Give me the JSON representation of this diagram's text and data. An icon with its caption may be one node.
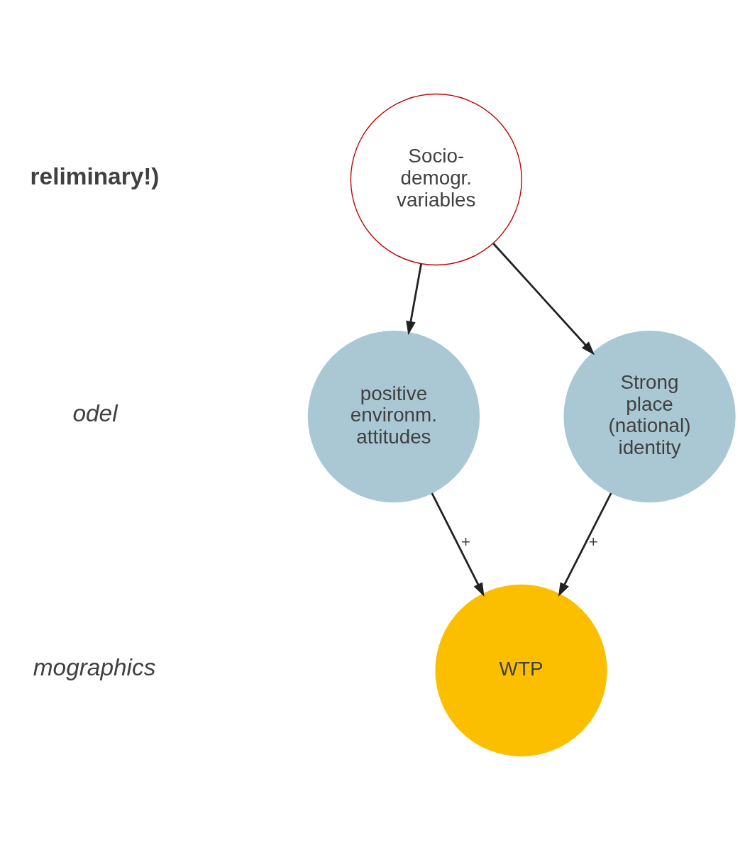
{
  "diagram": {
    "nodes": [
      {
        "text": [
          "Socio- demogr. variables"
        ]
      },
      {
        "text": [
          "positive environm. attitudes"
        ]
      },
      {
        "text": [
          "Strong place (national) identity"
        ]
      },
      {
        "text": [
          "WTP"
        ]
      }
    ],
    "edges": [
      {
        "from": 0,
        "to": 1,
        "arrow": "to"
      },
      {
        "from": 0,
        "to": 2,
        "arrow": "to"
      },
      {
        "from": 1,
        "to": 3,
        "arrow": "to",
        "label": "+"
      },
      {
        "from": 2,
        "to": 3,
        "arrow": "to",
        "label": "+"
      }
    ],
    "labels": [
      "reliminary!)",
      "odel",
      "mographics"
    ]
  }
}
